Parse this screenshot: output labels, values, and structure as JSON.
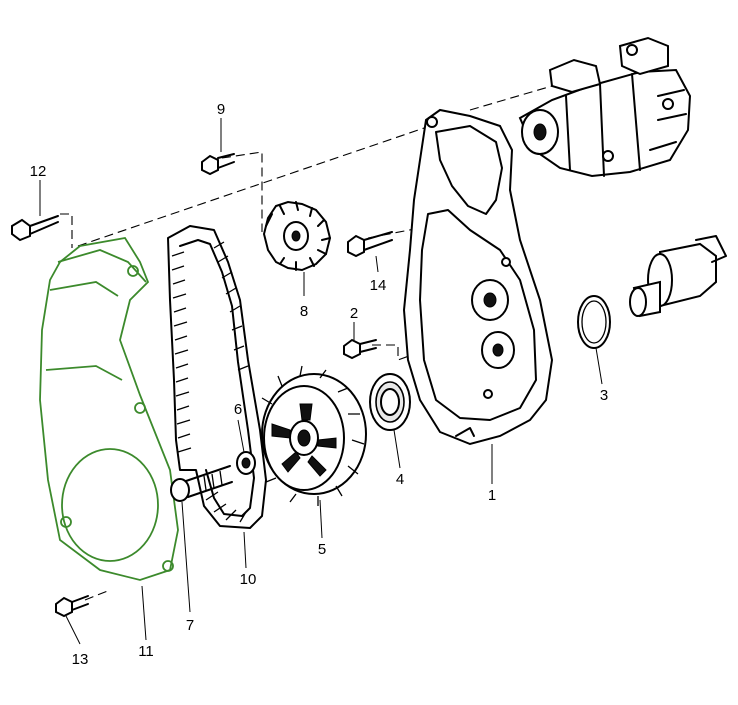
{
  "diagram": {
    "callouts": [
      {
        "id": "c1",
        "label": "1"
      },
      {
        "id": "c2",
        "label": "2"
      },
      {
        "id": "c3",
        "label": "3"
      },
      {
        "id": "c4",
        "label": "4"
      },
      {
        "id": "c5",
        "label": "5"
      },
      {
        "id": "c6",
        "label": "6"
      },
      {
        "id": "c7",
        "label": "7"
      },
      {
        "id": "c8",
        "label": "8"
      },
      {
        "id": "c9",
        "label": "9"
      },
      {
        "id": "c10",
        "label": "10"
      },
      {
        "id": "c11",
        "label": "11"
      },
      {
        "id": "c12",
        "label": "12"
      },
      {
        "id": "c13",
        "label": "13"
      },
      {
        "id": "c14",
        "label": "14"
      }
    ],
    "colors": {
      "line": "#000000",
      "background": "#ffffff",
      "cover_outline": "#3c8a2c"
    }
  }
}
